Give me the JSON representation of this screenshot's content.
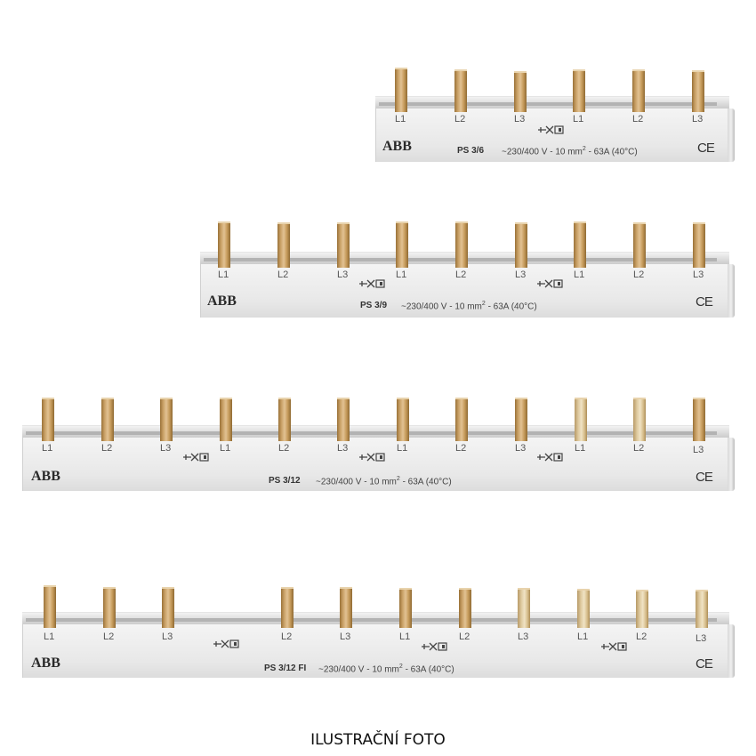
{
  "caption": "ILUSTRAČNÍ FOTO",
  "brand": "ABB",
  "ce_mark": "CE",
  "busbars": [
    {
      "model": "PS 3/6",
      "spec_prefix": "~230/400 V - 10 mm",
      "spec_sup": "2",
      "spec_suffix": " - 63A (40°C)",
      "phase_labels": [
        "L1",
        "L2",
        "L3",
        "L1",
        "L2",
        "L3"
      ],
      "no_cut_symbols": 1
    },
    {
      "model": "PS 3/9",
      "spec_prefix": "~230/400 V - 10 mm",
      "spec_sup": "2",
      "spec_suffix": " - 63A (40°C)",
      "phase_labels": [
        "L1",
        "L2",
        "L3",
        "L1",
        "L2",
        "L3",
        "L1",
        "L2",
        "L3"
      ],
      "no_cut_symbols": 2
    },
    {
      "model": "PS 3/12",
      "spec_prefix": "~230/400 V - 10 mm",
      "spec_sup": "2",
      "spec_suffix": " - 63A (40°C)",
      "phase_labels": [
        "L1",
        "L2",
        "L3",
        "L1",
        "L2",
        "L3",
        "L1",
        "L2",
        "L3",
        "L1",
        "L2",
        "L3"
      ],
      "no_cut_symbols": 3
    },
    {
      "model": "PS 3/12 FI",
      "spec_prefix": "~230/400 V - 10 mm",
      "spec_sup": "2",
      "spec_suffix": " - 63A (40°C)",
      "phase_labels": [
        "L1",
        "L2",
        "L3",
        "L2",
        "L3",
        "L1",
        "L2",
        "L3",
        "L1",
        "L2",
        "L3"
      ],
      "no_cut_symbols": 3
    }
  ],
  "colors": {
    "housing": "#e8e8e8",
    "pin_brass": "#c9a066",
    "text": "#444444"
  }
}
